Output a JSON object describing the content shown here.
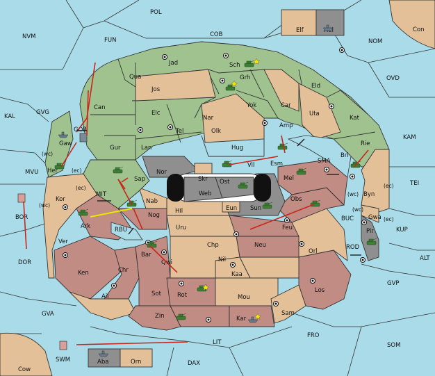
{
  "regions": {
    "seas": [
      "POL",
      "NVM",
      "FUN",
      "COB",
      "NOM",
      "Con",
      "OVD",
      "KAL",
      "GVG",
      "KAM",
      "MVU",
      "TEI",
      "BOR",
      "DOR",
      "MIT",
      "RBU",
      "SMA",
      "BUC",
      "KUP",
      "ALT",
      "ROD",
      "GVP",
      "GVA",
      "FRO",
      "SOM",
      "LIT",
      "SWM",
      "DAX",
      "Cow",
      "GOR"
    ],
    "green": [
      "Jad",
      "Sch",
      "Qua",
      "Grh",
      "Jos",
      "Eld",
      "Can",
      "Car",
      "Elc",
      "Nar",
      "Uta",
      "Yok",
      "Kat",
      "Tel",
      "Olk",
      "Amp",
      "Gur",
      "Lan",
      "Hug",
      "Rie",
      "Bri",
      "Gaw",
      "Her",
      "Vil",
      "Esm"
    ],
    "tan": [
      "Elf",
      "Kor",
      "Ver",
      "Nab",
      "Hil",
      "Uru",
      "Chp",
      "Nil",
      "Kaa",
      "Mou",
      "Orl",
      "Byn",
      "Orn",
      "Skr",
      "Eun"
    ],
    "red": [
      "Ark",
      "Nog",
      "Bar",
      "Qwi",
      "Ken",
      "Chr",
      "Ail",
      "Sot",
      "Rot",
      "Zin",
      "Kar",
      "Sam",
      "Los",
      "Feu",
      "Neu",
      "Obs",
      "Mel"
    ],
    "gray": [
      "Hel",
      "Nor",
      "Ost",
      "Web",
      "Sun",
      "Pir",
      "Aba",
      "Gwa"
    ],
    "other": [
      "Sap"
    ]
  },
  "coast_tags": [
    "(ec)",
    "(wc)",
    "(ec)",
    "(wc)",
    "(ec)",
    "(wc)",
    "(ec)",
    "(wc)"
  ],
  "colors": {
    "water": "#a9dbe8",
    "green": "#9fc28f",
    "tan": "#e3c098",
    "red": "#c18c83",
    "gray": "#8f8f8f",
    "order": "#c8261c",
    "support": "#e8e800"
  },
  "icons": [
    "army-icon",
    "fleet-icon",
    "star-icon",
    "supply-center-icon",
    "convoy-arrow-icon"
  ]
}
